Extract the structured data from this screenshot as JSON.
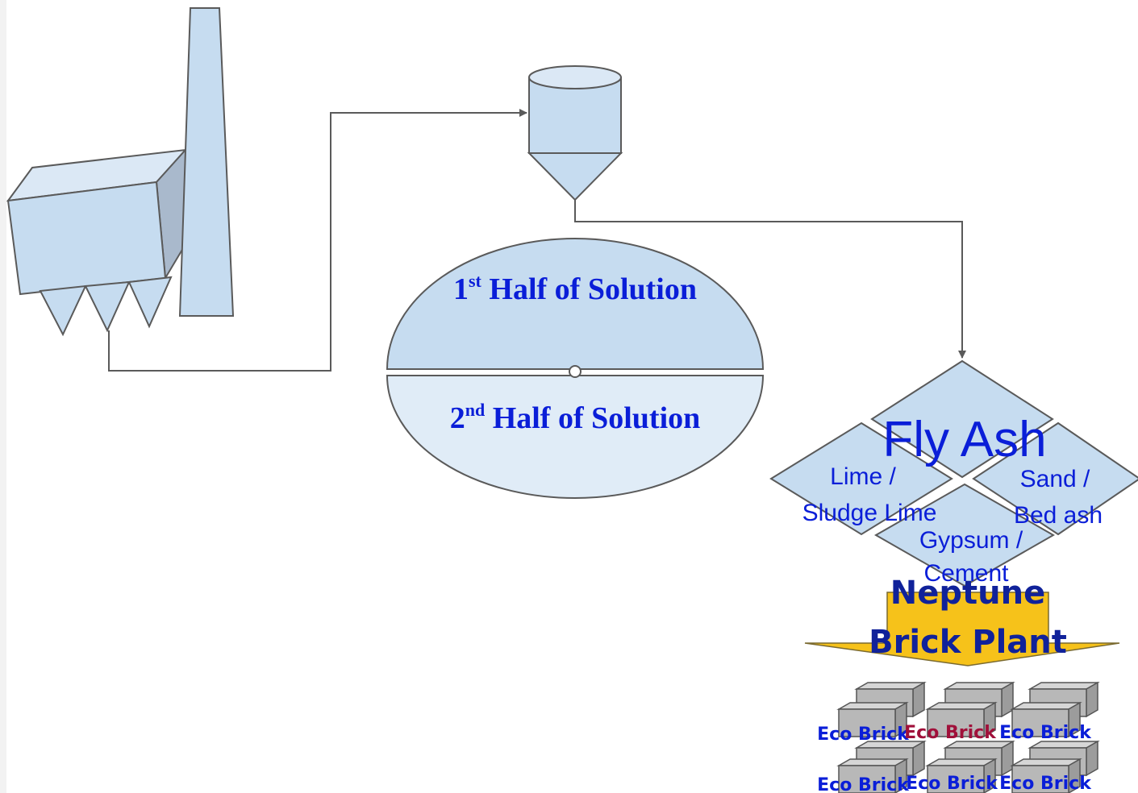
{
  "colors": {
    "fill": "#c6dcf0",
    "fill_light": "#e0ecf7",
    "stroke": "#5a5a5a",
    "text_blue": "#0a1ed8",
    "text_navy": "#10229a",
    "arrow_gold": "#f6c21a",
    "brick_gray": "#b8b8b8",
    "brick_label_red": "#a0103a",
    "left_strip": "#f2f2f2"
  },
  "solution": {
    "first": {
      "ordinal": "1",
      "suffix": "st",
      "text": " Half of Solution"
    },
    "second": {
      "ordinal": "2",
      "suffix": "nd",
      "text": " Half of Solution"
    }
  },
  "ingredients": {
    "fly_ash": "Fly Ash",
    "lime_line1": "Lime /",
    "lime_line2": "Sludge Lime",
    "sand_line1": "Sand /",
    "sand_line2": "Bed ash",
    "gypsum_line1": "Gypsum /",
    "gypsum_line2": "Cement"
  },
  "plant": {
    "line1": "Neptune",
    "line2": "Brick Plant"
  },
  "bricks": {
    "label": "Eco Brick"
  },
  "icons": [
    "factory-icon",
    "chimney-icon",
    "silo-icon",
    "hopper-icon"
  ]
}
